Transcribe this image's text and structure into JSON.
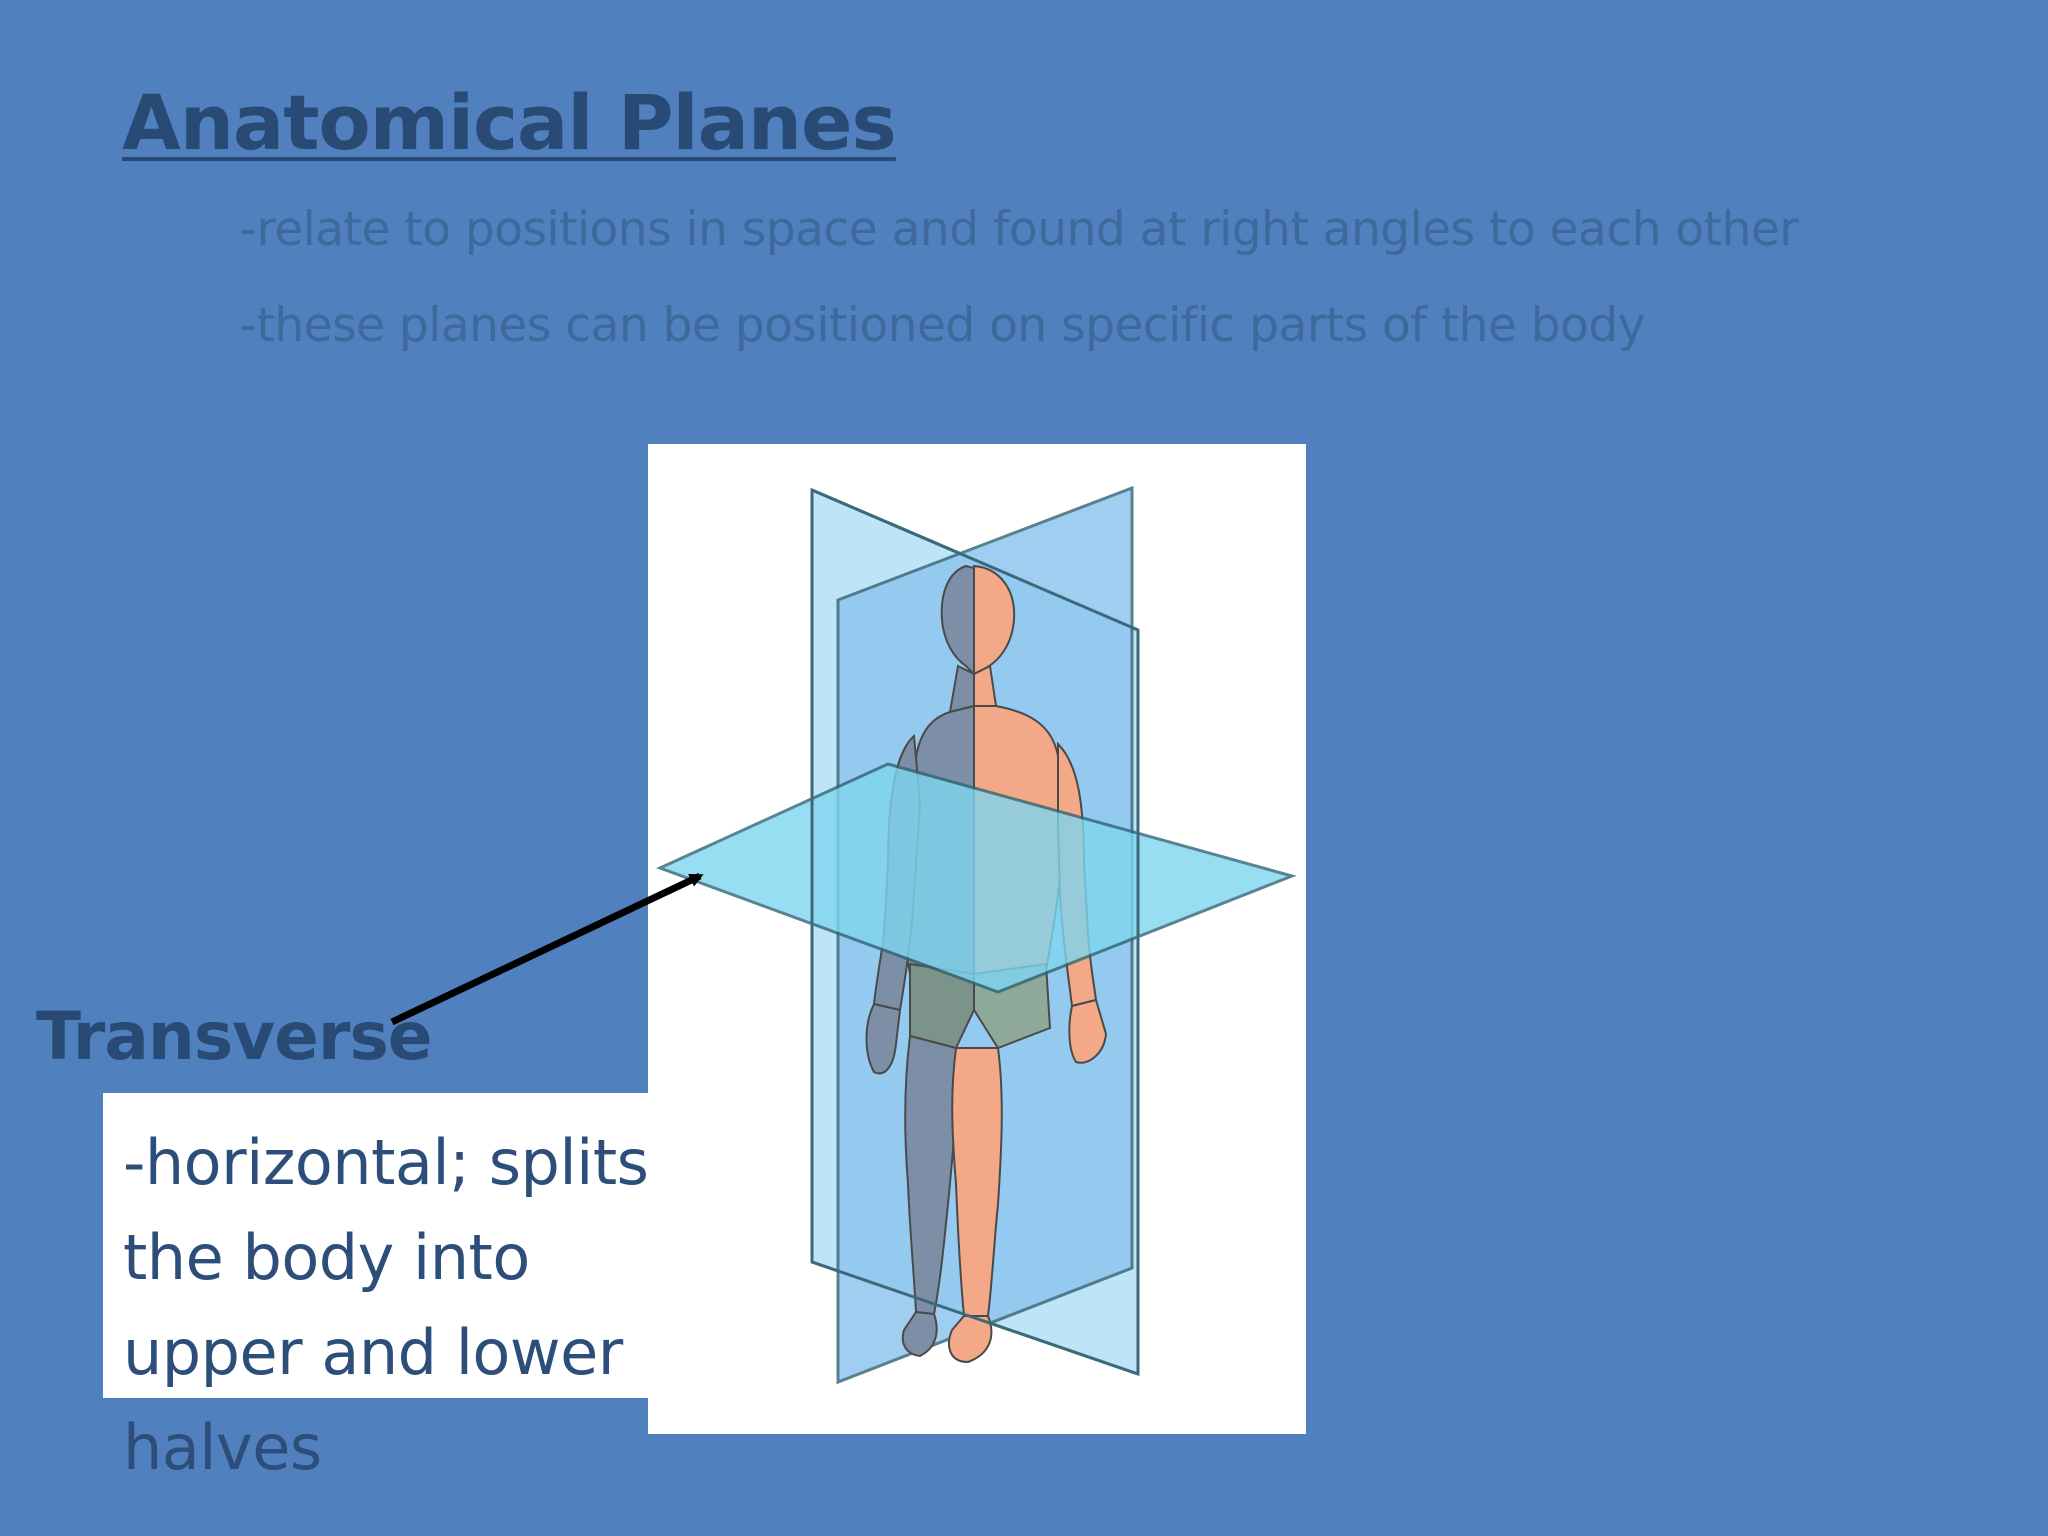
{
  "slide": {
    "title": "Anatomical Planes",
    "bullets": [
      "-relate to positions in space and found at right angles to each other",
      "-these planes can be positioned on specific parts of the body"
    ],
    "plane_label": "Transverse",
    "description": "-horizontal; splits the body into upper and lower halves"
  },
  "colors": {
    "background": "#5080bd",
    "title": "#2a4a76",
    "bullet_text": "#3f689c",
    "description_text": "#2d4e7a",
    "figure_background": "#ffffff",
    "plane_fill": "#8cc8ef",
    "skin": "#f2a98a",
    "arrow": "#000000"
  },
  "figure": {
    "icon": "human-body-planes-illustration"
  }
}
